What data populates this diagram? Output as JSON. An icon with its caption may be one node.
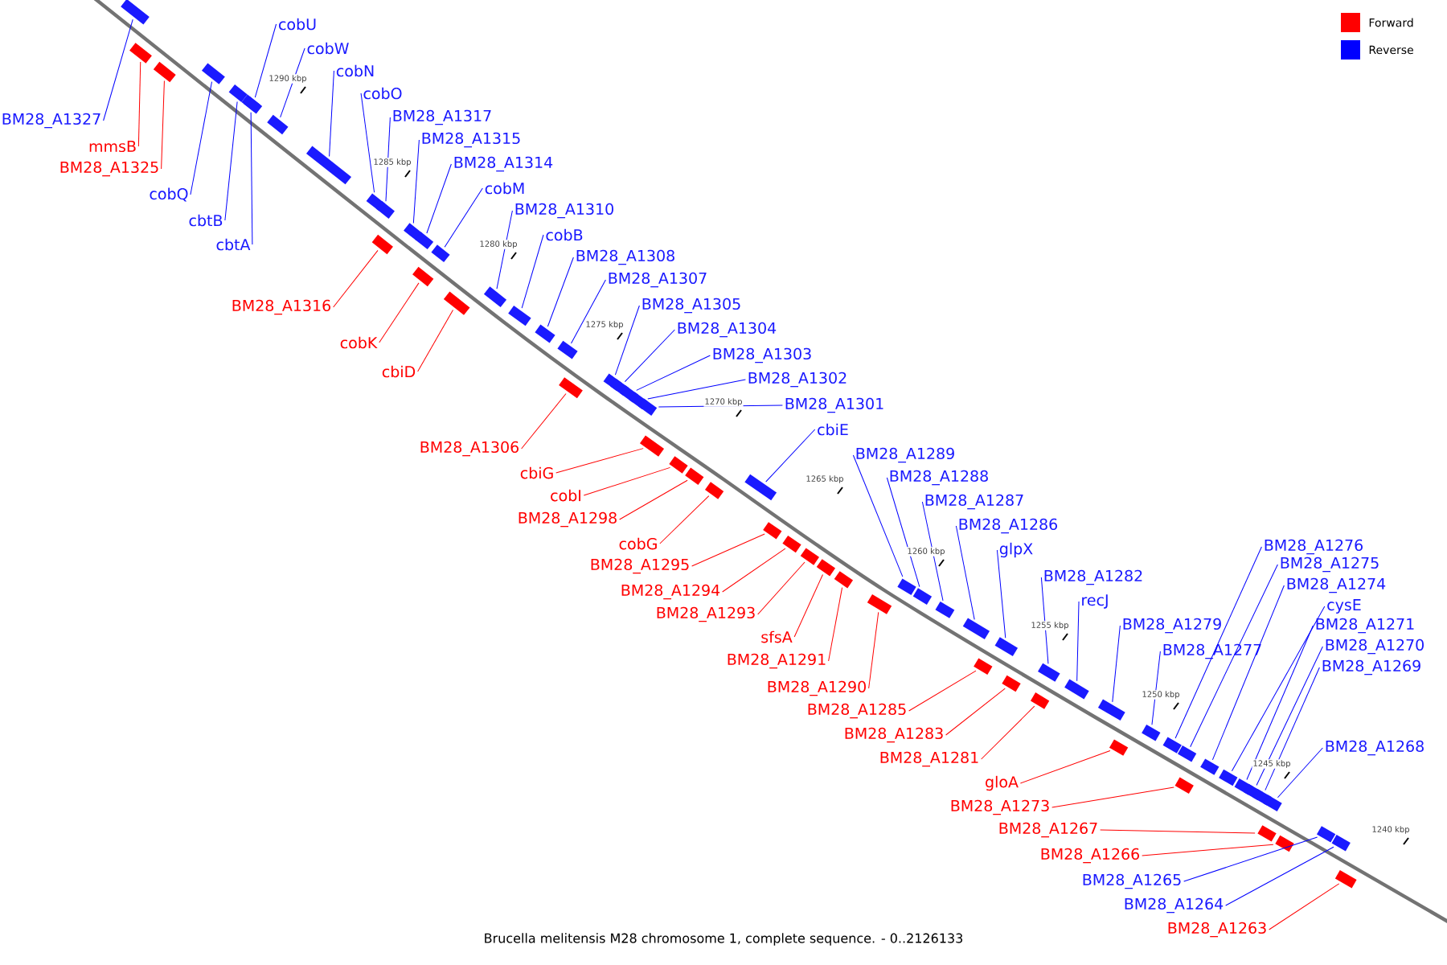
{
  "diagram": {
    "caption": "Brucella melitensis M28 chromosome 1, complete sequence. - 0..2126133",
    "nodes": [
      {
        "text": [
          "cobU"
        ]
      },
      {
        "text": [
          "cobW"
        ]
      },
      {
        "text": [
          "cobN"
        ]
      },
      {
        "text": [
          "cobO"
        ]
      },
      {
        "text": [
          "BM28_A1317"
        ]
      },
      {
        "text": [
          "BM28_A1315"
        ]
      },
      {
        "text": [
          "BM28_A1314"
        ]
      },
      {
        "text": [
          "cobM"
        ]
      },
      {
        "text": [
          "BM28_A1310"
        ]
      },
      {
        "text": [
          "cobB"
        ]
      },
      {
        "text": [
          "BM28_A1308"
        ]
      },
      {
        "text": [
          "BM28_A1307"
        ]
      },
      {
        "text": [
          "BM28_A1305"
        ]
      },
      {
        "text": [
          "BM28_A1304"
        ]
      },
      {
        "text": [
          "BM28_A1303"
        ]
      },
      {
        "text": [
          "BM28_A1302"
        ]
      },
      {
        "text": [
          "BM28_A1301"
        ]
      },
      {
        "text": [
          "cbiE"
        ]
      },
      {
        "text": [
          "BM28_A1289"
        ]
      },
      {
        "text": [
          "BM28_A1288"
        ]
      },
      {
        "text": [
          "BM28_A1287"
        ]
      },
      {
        "text": [
          "BM28_A1286"
        ]
      },
      {
        "text": [
          "glpX"
        ]
      },
      {
        "text": [
          "BM28_A1282"
        ]
      },
      {
        "text": [
          "recJ"
        ]
      },
      {
        "text": [
          "BM28_A1279"
        ]
      },
      {
        "text": [
          "BM28_A1277"
        ]
      },
      {
        "text": [
          "BM28_A1276"
        ]
      },
      {
        "text": [
          "BM28_A1275"
        ]
      },
      {
        "text": [
          "BM28_A1274"
        ]
      },
      {
        "text": [
          "cysE"
        ]
      },
      {
        "text": [
          "BM28_A1271"
        ]
      },
      {
        "text": [
          "BM28_A1270"
        ]
      },
      {
        "text": [
          "BM28_A1269"
        ]
      },
      {
        "text": [
          "BM28_A1268"
        ]
      },
      {
        "text": [
          "BM28_A1327"
        ]
      },
      {
        "text": [
          "mmsB"
        ]
      },
      {
        "text": [
          "BM28_A1325"
        ]
      },
      {
        "text": [
          "cobQ"
        ]
      },
      {
        "text": [
          "cbtB"
        ]
      },
      {
        "text": [
          "cbtA"
        ]
      },
      {
        "text": [
          "BM28_A1316"
        ]
      },
      {
        "text": [
          "cobK"
        ]
      },
      {
        "text": [
          "cbiD"
        ]
      },
      {
        "text": [
          "BM28_A1306"
        ]
      },
      {
        "text": [
          "cbiG"
        ]
      },
      {
        "text": [
          "cobI"
        ]
      },
      {
        "text": [
          "BM28_A1298"
        ]
      },
      {
        "text": [
          "cobG"
        ]
      },
      {
        "text": [
          "BM28_A1295"
        ]
      },
      {
        "text": [
          "BM28_A1294"
        ]
      },
      {
        "text": [
          "BM28_A1293"
        ]
      },
      {
        "text": [
          "sfsA"
        ]
      },
      {
        "text": [
          "BM28_A1291"
        ]
      },
      {
        "text": [
          "BM28_A1290"
        ]
      },
      {
        "text": [
          "BM28_A1285"
        ]
      },
      {
        "text": [
          "BM28_A1283"
        ]
      },
      {
        "text": [
          "BM28_A1281"
        ]
      },
      {
        "text": [
          "gloA"
        ]
      },
      {
        "text": [
          "BM28_A1273"
        ]
      },
      {
        "text": [
          "BM28_A1267"
        ]
      },
      {
        "text": [
          "BM28_A1266"
        ]
      },
      {
        "text": [
          "BM28_A1265"
        ]
      },
      {
        "text": [
          "BM28_A1264"
        ]
      },
      {
        "text": [
          "BM28_A1263"
        ]
      },
      {
        "text": [],
        "shape": "box"
      },
      {
        "text": [],
        "shape": "box"
      },
      {
        "text": [],
        "shape": "box"
      },
      {
        "text": [],
        "shape": "box"
      },
      {
        "text": [],
        "shape": "box"
      },
      {
        "text": [],
        "shape": "box"
      },
      {
        "text": [],
        "shape": "box"
      },
      {
        "text": [],
        "shape": "box"
      },
      {
        "text": [],
        "shape": "box"
      },
      {
        "text": [],
        "shape": "box"
      },
      {
        "text": [],
        "shape": "box"
      },
      {
        "text": [],
        "shape": "box"
      },
      {
        "text": [],
        "shape": "box"
      },
      {
        "text": [],
        "shape": "box"
      },
      {
        "text": [],
        "shape": "box"
      },
      {
        "text": [],
        "shape": "box"
      },
      {
        "text": [],
        "shape": "box"
      },
      {
        "text": [],
        "shape": "box"
      },
      {
        "text": [],
        "shape": "box"
      },
      {
        "text": [],
        "shape": "box"
      },
      {
        "text": [],
        "shape": "box"
      },
      {
        "text": [],
        "shape": "box"
      },
      {
        "text": [],
        "shape": "box"
      },
      {
        "text": [],
        "shape": "box"
      },
      {
        "text": [],
        "shape": "box"
      },
      {
        "text": [],
        "shape": "box"
      },
      {
        "text": [],
        "shape": "box"
      },
      {
        "text": [],
        "shape": "box"
      },
      {
        "text": [],
        "shape": "box"
      },
      {
        "text": [],
        "shape": "box"
      },
      {
        "text": [],
        "shape": "box"
      },
      {
        "text": [],
        "shape": "box"
      },
      {
        "text": [],
        "shape": "box"
      },
      {
        "text": [],
        "shape": "box"
      },
      {
        "text": [],
        "shape": "box"
      },
      {
        "text": [],
        "shape": "box"
      },
      {
        "text": [],
        "shape": "box"
      },
      {
        "text": [],
        "shape": "box"
      },
      {
        "text": [],
        "shape": "box"
      },
      {
        "text": [],
        "shape": "box"
      },
      {
        "text": [],
        "shape": "box"
      },
      {
        "text": [],
        "shape": "box"
      },
      {
        "text": [],
        "shape": "box"
      },
      {
        "text": [],
        "shape": "box"
      },
      {
        "text": [],
        "shape": "box"
      },
      {
        "text": [],
        "shape": "box"
      },
      {
        "text": [],
        "shape": "box"
      },
      {
        "text": [],
        "shape": "box"
      },
      {
        "text": [],
        "shape": "box"
      },
      {
        "text": [],
        "shape": "box"
      },
      {
        "text": [],
        "shape": "box"
      },
      {
        "text": [],
        "shape": "box"
      },
      {
        "text": [],
        "shape": "box"
      },
      {
        "text": [],
        "shape": "box"
      },
      {
        "text": [],
        "shape": "box"
      },
      {
        "text": [],
        "shape": "box"
      },
      {
        "text": [],
        "shape": "box"
      },
      {
        "text": [],
        "shape": "box"
      },
      {
        "text": [],
        "shape": "box"
      },
      {
        "text": [],
        "shape": "box"
      },
      {
        "text": [],
        "shape": "box"
      },
      {
        "text": [],
        "shape": "box"
      },
      {
        "text": [],
        "shape": "box"
      },
      {
        "text": [],
        "shape": "box"
      },
      {
        "text": [],
        "shape": "box"
      }
    ],
    "edges": [
      {
        "from": 0,
        "to": 71,
        "arrow": "none"
      },
      {
        "from": 1,
        "to": 72,
        "arrow": "none"
      },
      {
        "from": 2,
        "to": 73,
        "arrow": "none"
      },
      {
        "from": 3,
        "to": 74,
        "arrow": "none"
      },
      {
        "from": 4,
        "to": 76,
        "arrow": "none"
      },
      {
        "from": 5,
        "to": 77,
        "arrow": "none"
      },
      {
        "from": 6,
        "to": 78,
        "arrow": "none"
      },
      {
        "from": 7,
        "to": 80,
        "arrow": "none"
      },
      {
        "from": 8,
        "to": 82,
        "arrow": "none"
      },
      {
        "from": 9,
        "to": 83,
        "arrow": "none"
      },
      {
        "from": 10,
        "to": 84,
        "arrow": "none"
      },
      {
        "from": 11,
        "to": 85,
        "arrow": "none"
      },
      {
        "from": 12,
        "to": 87,
        "arrow": "none"
      },
      {
        "from": 13,
        "to": 88,
        "arrow": "none"
      },
      {
        "from": 14,
        "to": 89,
        "arrow": "none"
      },
      {
        "from": 15,
        "to": 90,
        "arrow": "none"
      },
      {
        "from": 16,
        "to": 91,
        "arrow": "none"
      },
      {
        "from": 17,
        "to": 96,
        "arrow": "none"
      },
      {
        "from": 18,
        "to": 103,
        "arrow": "none"
      },
      {
        "from": 19,
        "to": 104,
        "arrow": "none"
      },
      {
        "from": 20,
        "to": 105,
        "arrow": "none"
      },
      {
        "from": 21,
        "to": 106,
        "arrow": "none"
      },
      {
        "from": 22,
        "to": 108,
        "arrow": "none"
      },
      {
        "from": 23,
        "to": 111,
        "arrow": "none"
      },
      {
        "from": 24,
        "to": 112,
        "arrow": "none"
      },
      {
        "from": 25,
        "to": 113,
        "arrow": "none"
      },
      {
        "from": 26,
        "to": 115,
        "arrow": "none"
      },
      {
        "from": 27,
        "to": 116,
        "arrow": "none"
      },
      {
        "from": 28,
        "to": 118,
        "arrow": "none"
      },
      {
        "from": 29,
        "to": 119,
        "arrow": "none"
      },
      {
        "from": 30,
        "to": 120,
        "arrow": "none"
      },
      {
        "from": 31,
        "to": 121,
        "arrow": "none"
      },
      {
        "from": 32,
        "to": 122,
        "arrow": "none"
      },
      {
        "from": 33,
        "to": 123,
        "arrow": "none"
      },
      {
        "from": 34,
        "to": 125,
        "arrow": "none"
      },
      {
        "from": 35,
        "to": 65,
        "arrow": "none"
      },
      {
        "from": 36,
        "to": 66,
        "arrow": "none",
        "color": "#ff0000"
      },
      {
        "from": 37,
        "to": 67,
        "arrow": "none",
        "color": "#ff0000"
      },
      {
        "from": 38,
        "to": 68,
        "arrow": "none"
      },
      {
        "from": 39,
        "to": 69,
        "arrow": "none"
      },
      {
        "from": 40,
        "to": 70,
        "arrow": "none"
      },
      {
        "from": 41,
        "to": 75,
        "arrow": "none",
        "color": "#ff0000"
      },
      {
        "from": 42,
        "to": 79,
        "arrow": "none",
        "color": "#ff0000"
      },
      {
        "from": 43,
        "to": 81,
        "arrow": "none",
        "color": "#ff0000"
      },
      {
        "from": 44,
        "to": 86,
        "arrow": "none",
        "color": "#ff0000"
      },
      {
        "from": 45,
        "to": 92,
        "arrow": "none",
        "color": "#ff0000"
      },
      {
        "from": 46,
        "to": 93,
        "arrow": "none",
        "color": "#ff0000"
      },
      {
        "from": 47,
        "to": 94,
        "arrow": "none",
        "color": "#ff0000"
      },
      {
        "from": 48,
        "to": 95,
        "arrow": "none",
        "color": "#ff0000"
      },
      {
        "from": 49,
        "to": 97,
        "arrow": "none",
        "color": "#ff0000"
      },
      {
        "from": 50,
        "to": 98,
        "arrow": "none",
        "color": "#ff0000"
      },
      {
        "from": 51,
        "to": 99,
        "arrow": "none",
        "color": "#ff0000"
      },
      {
        "from": 52,
        "to": 100,
        "arrow": "none",
        "color": "#ff0000"
      },
      {
        "from": 53,
        "to": 101,
        "arrow": "none",
        "color": "#ff0000"
      },
      {
        "from": 54,
        "to": 102,
        "arrow": "none",
        "color": "#ff0000"
      },
      {
        "from": 55,
        "to": 107,
        "arrow": "none",
        "color": "#ff0000"
      },
      {
        "from": 56,
        "to": 109,
        "arrow": "none",
        "color": "#ff0000"
      },
      {
        "from": 57,
        "to": 110,
        "arrow": "none",
        "color": "#ff0000"
      },
      {
        "from": 58,
        "to": 114,
        "arrow": "none",
        "color": "#ff0000"
      },
      {
        "from": 59,
        "to": 117,
        "arrow": "none",
        "color": "#ff0000"
      },
      {
        "from": 60,
        "to": 124,
        "arrow": "none",
        "color": "#ff0000"
      },
      {
        "from": 61,
        "to": 126,
        "arrow": "none",
        "color": "#ff0000"
      },
      {
        "from": 62,
        "to": 127,
        "arrow": "none"
      },
      {
        "from": 63,
        "to": 128,
        "arrow": "none"
      },
      {
        "from": 64,
        "to": 129,
        "arrow": "none",
        "color": "#ff0000"
      }
    ],
    "labels": [
      "1290 kbp",
      "1285 kbp",
      "1280 kbp",
      "1275 kbp",
      "1270 kbp",
      "1265 kbp",
      "1260 kbp",
      "1255 kbp",
      "1250 kbp",
      "1245 kbp",
      "1240 kbp"
    ],
    "legend": [
      {
        "text": "Forward",
        "color": "#ff0000"
      },
      {
        "text": "Reverse",
        "color": "#0000ff"
      }
    ]
  }
}
